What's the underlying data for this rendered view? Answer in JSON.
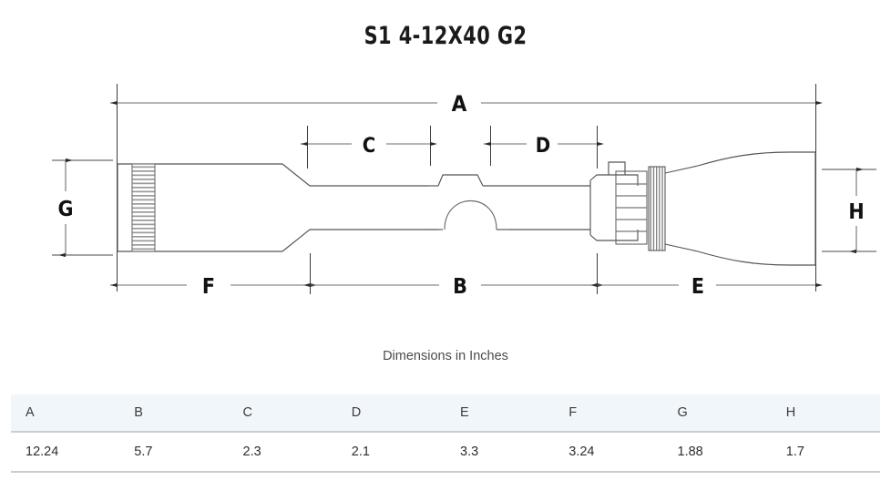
{
  "title": "S1 4-12X40 G2",
  "caption": "Dimensions in Inches",
  "diagram": {
    "labels": {
      "a": "A",
      "b": "B",
      "c": "C",
      "d": "D",
      "e": "E",
      "f": "F",
      "g": "G",
      "h": "H"
    },
    "colors": {
      "line": "#4a4a4a",
      "dimension_line": "#6e6e6e",
      "label_text": "#111111",
      "knurl": "#8a8a8a"
    }
  },
  "table": {
    "headers": [
      "A",
      "B",
      "C",
      "D",
      "E",
      "F",
      "G",
      "H"
    ],
    "rows": [
      [
        "12.24",
        "5.7",
        "2.3",
        "2.1",
        "3.3",
        "3.24",
        "1.88",
        "1.7"
      ]
    ],
    "header_background": "#f1f6fb",
    "border_color": "#c9cdd2"
  }
}
